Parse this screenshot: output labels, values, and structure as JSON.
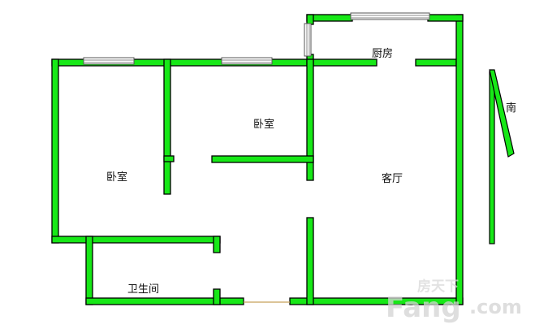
{
  "rooms": {
    "bedroom_left": "卧室",
    "bedroom_middle": "卧室",
    "living_room": "客厅",
    "kitchen": "厨房",
    "bathroom": "卫生间"
  },
  "compass": {
    "direction_label": "南"
  },
  "watermark": {
    "brand_cn": "房天下",
    "brand_en": "Fang",
    "brand_suffix": ".com"
  },
  "colors": {
    "wall": "#17e817",
    "watermark": "#d9d9d9"
  }
}
